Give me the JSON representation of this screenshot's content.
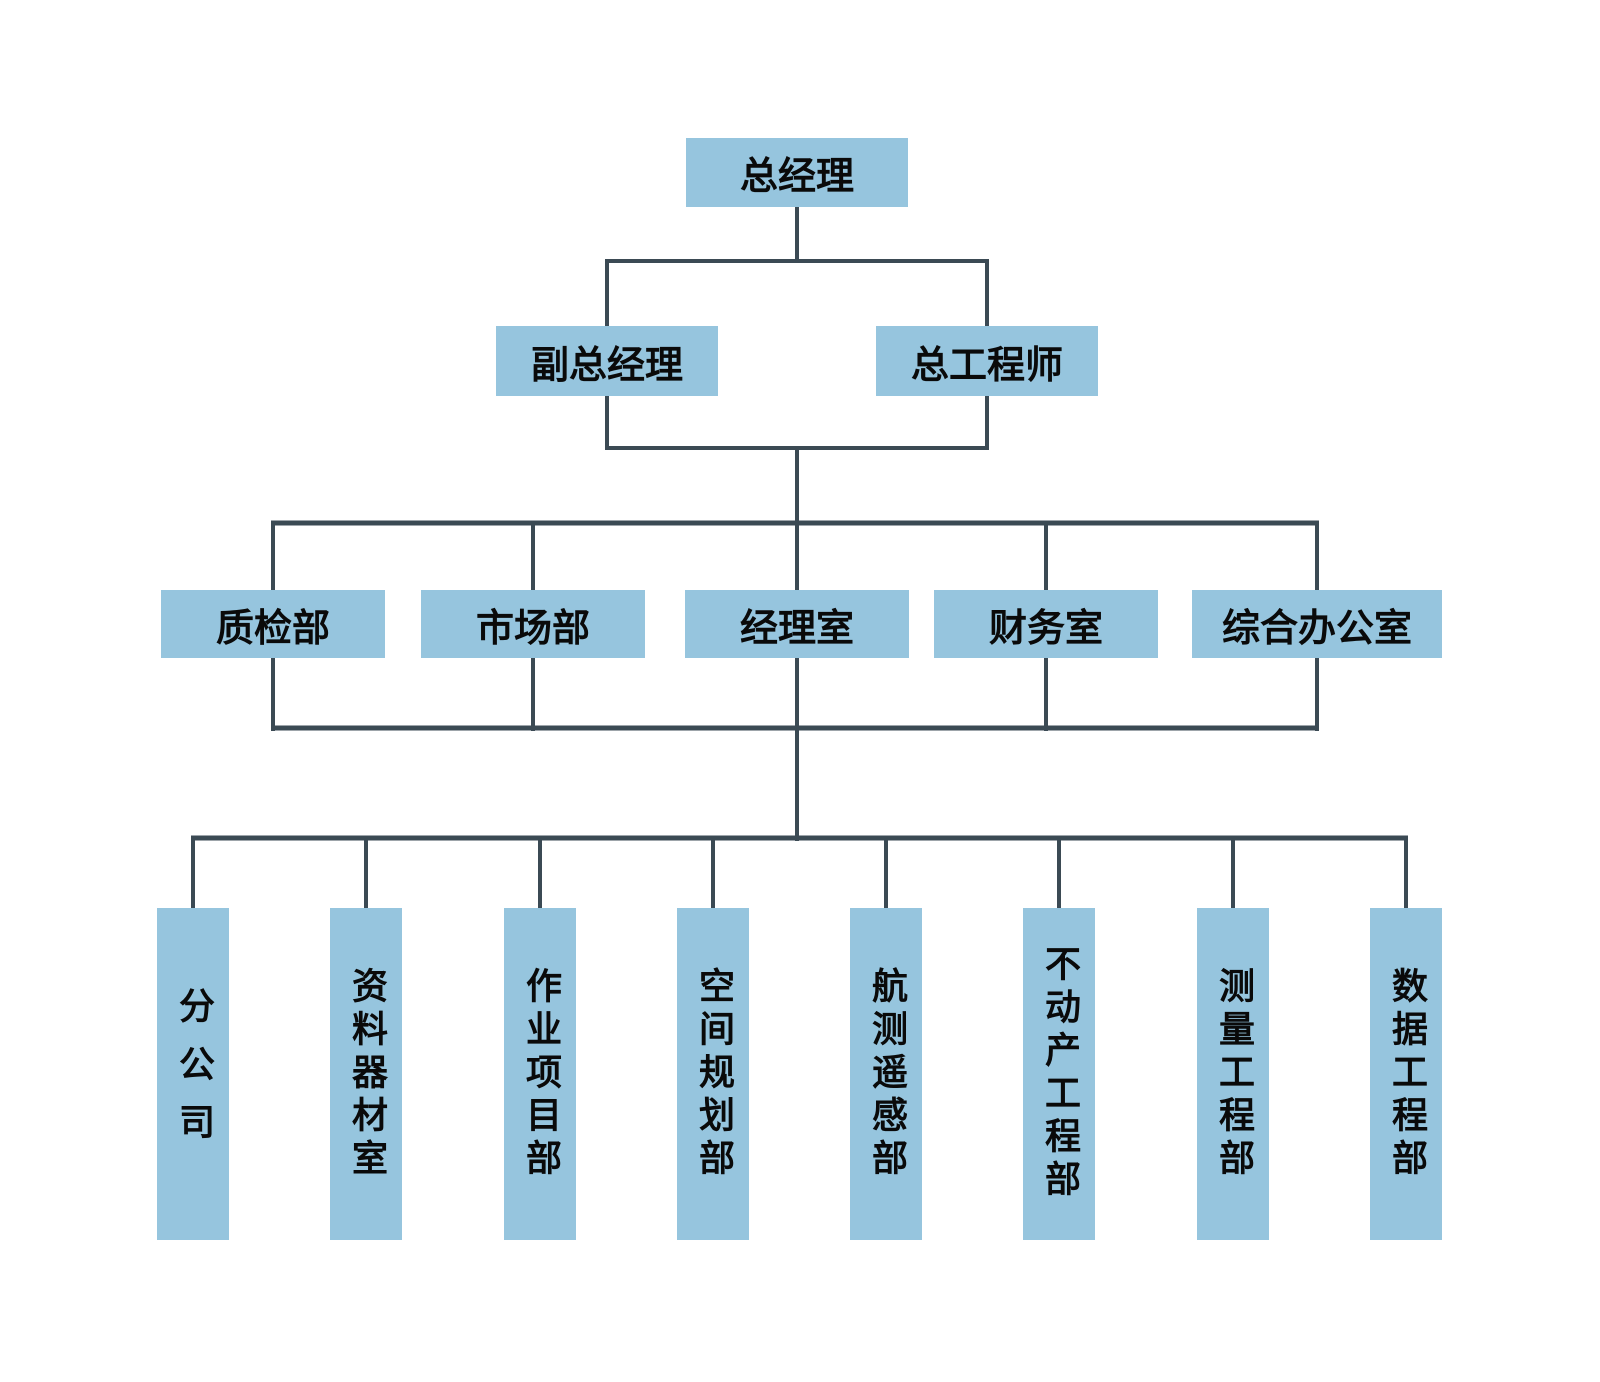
{
  "chart": {
    "type": "org-chart",
    "colors": {
      "background": "#FFFFFF",
      "node_fill": "#96C5DE",
      "line_color": "#3B4A54",
      "text_color": "#0A0A0A"
    },
    "levels": {
      "level1": [
        {
          "label": "总经理"
        }
      ],
      "level2": [
        {
          "label": "副总经理"
        },
        {
          "label": "总工程师"
        }
      ],
      "level3": [
        {
          "label": "质检部"
        },
        {
          "label": "市场部"
        },
        {
          "label": "经理室"
        },
        {
          "label": "财务室"
        },
        {
          "label": "综合办公室"
        }
      ],
      "level4": [
        {
          "label": "分公司"
        },
        {
          "label": "资料器材室"
        },
        {
          "label": "作业项目部"
        },
        {
          "label": "空间规划部"
        },
        {
          "label": "航测遥感部"
        },
        {
          "label": "不动产工程部"
        },
        {
          "label": "测量工程部"
        },
        {
          "label": "数据工程部"
        }
      ]
    },
    "hierarchy": {
      "root": "总经理",
      "root_children": [
        "副总经理",
        "总工程师"
      ],
      "level3_parent": "副总经理/总工程师",
      "level4_parent": "经理室"
    }
  }
}
